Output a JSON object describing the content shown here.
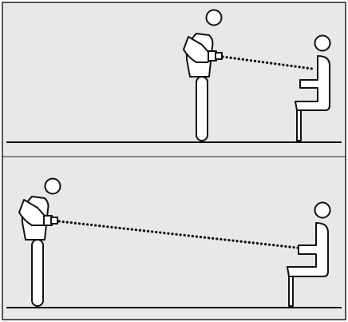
{
  "colors": {
    "panel_fill": "#e8e8e8",
    "frame": "#222222",
    "figure_fill": "#ffffff",
    "stroke": "#111111"
  },
  "panels": [
    {
      "name": "panel-top",
      "photographer": "standing-photographer-icon",
      "subject": "seated-subject-icon",
      "distance": "short"
    },
    {
      "name": "panel-bottom",
      "photographer": "standing-photographer-icon",
      "subject": "seated-subject-icon",
      "distance": "long"
    }
  ]
}
